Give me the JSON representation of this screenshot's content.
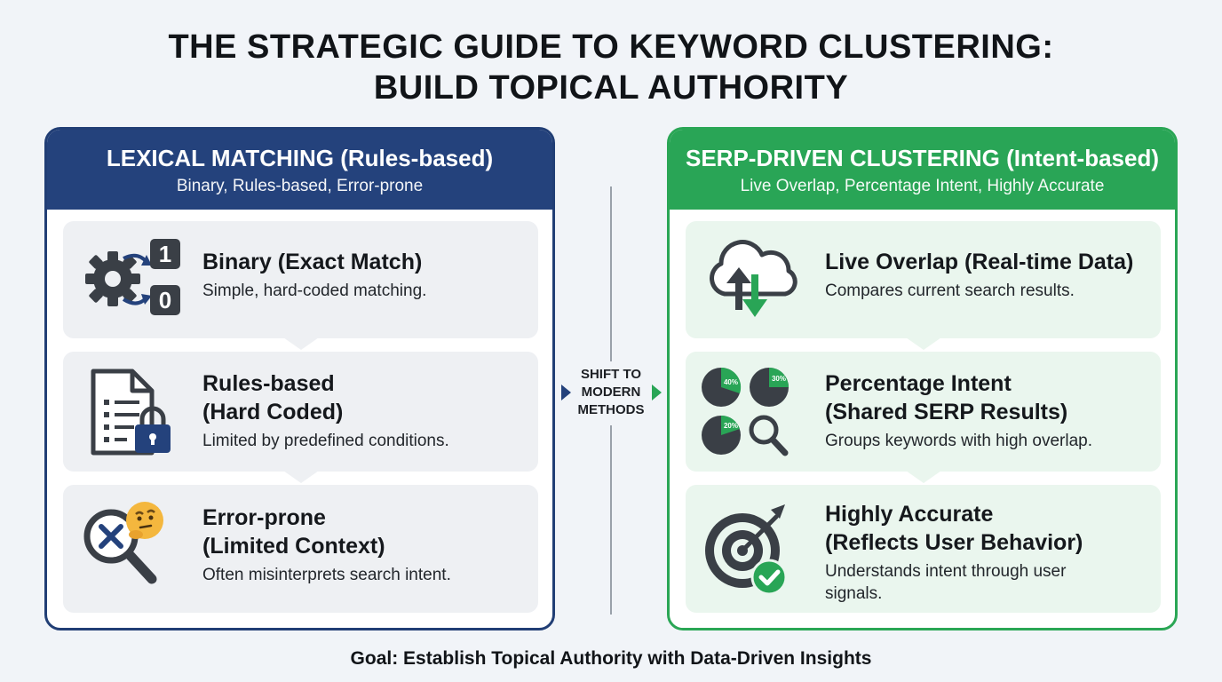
{
  "title": {
    "line1": "THE STRATEGIC GUIDE TO KEYWORD CLUSTERING:",
    "line2": "BUILD TOPICAL AUTHORITY"
  },
  "left_panel": {
    "heading": "LEXICAL MATCHING (Rules-based)",
    "subheading": "Binary, Rules-based, Error-prone",
    "color": "#24427c",
    "cards": [
      {
        "icon": "gear-binary-icon",
        "title_lines": [
          "Binary (Exact Match)"
        ],
        "description": "Simple, hard-coded matching.",
        "digits": [
          "1",
          "0"
        ]
      },
      {
        "icon": "locked-document-icon",
        "title_lines": [
          "Rules-based",
          "(Hard Coded)"
        ],
        "description": "Limited by predefined conditions."
      },
      {
        "icon": "magnifier-x-thinking-icon",
        "title_lines": [
          "Error-prone",
          "(Limited Context)"
        ],
        "description": "Often misinterprets search intent."
      }
    ]
  },
  "right_panel": {
    "heading": "SERP-DRIVEN CLUSTERING (Intent-based)",
    "subheading": "Live Overlap, Percentage Intent, Highly Accurate",
    "color": "#29a556",
    "cards": [
      {
        "icon": "cloud-sync-icon",
        "title_lines": [
          "Live Overlap (Real-time Data)"
        ],
        "description": "Compares current search results."
      },
      {
        "icon": "pie-charts-magnifier-icon",
        "title_lines": [
          "Percentage Intent",
          "(Shared SERP Results)"
        ],
        "description": "Groups keywords with high overlap.",
        "percentages": [
          "40%",
          "30%",
          "20%"
        ]
      },
      {
        "icon": "target-check-icon",
        "title_lines": [
          "Highly Accurate",
          "(Reflects User Behavior)"
        ],
        "description": "Understands intent through user signals."
      }
    ]
  },
  "shift": {
    "lines": [
      "SHIFT TO",
      "MODERN",
      "METHODS"
    ]
  },
  "goal": "Goal: Establish Topical Authority with Data-Driven Insights"
}
